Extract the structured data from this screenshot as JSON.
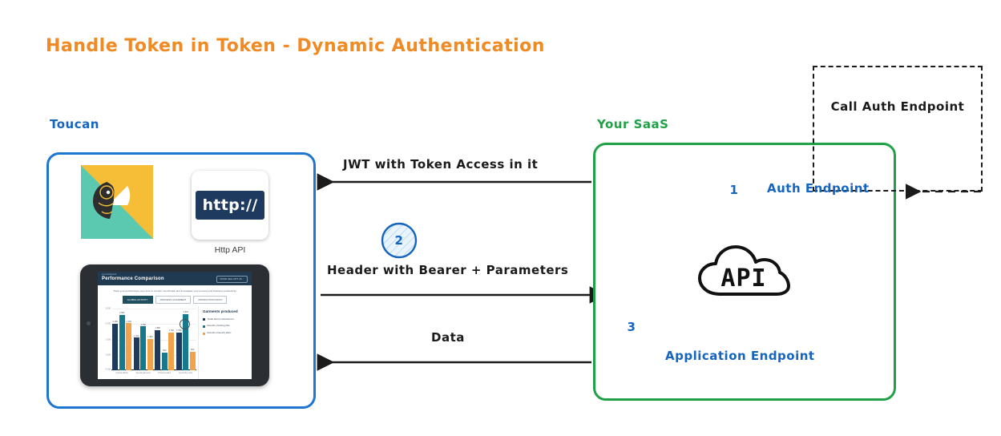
{
  "title": "Handle Token in Token - Dynamic Authentication",
  "colors": {
    "title_orange": "#F08A24",
    "toucan_blue": "#1E76D1",
    "saas_green": "#21A147",
    "label_blue": "#1565C0",
    "ink": "#1b1b1b"
  },
  "left_panel": {
    "caption": "Toucan",
    "logo_name": "toucan-logo",
    "http_card": {
      "chip_text": "http://",
      "caption": "Http API"
    },
    "tablet": {
      "dashboard": {
        "eyebrow": "Live Dashboard",
        "title": "Performance Comparison",
        "pill": "PROD SEG OPT 25...",
        "subtitle": "Track your performance over time to monitor, benchmark and investigate your process and business productivity",
        "tabs": [
          {
            "label": "GLOBAL ACTIVITY",
            "active": true
          },
          {
            "label": "PROCESS ALIGNMENT",
            "active": false
          },
          {
            "label": "PRODUCTION RATIO",
            "active": false
          }
        ],
        "legend_title": "Garments produced",
        "legend": [
          {
            "color": "#1F3A5F",
            "text": "Textile factory industrial unit"
          },
          {
            "color": "#17798C",
            "text": "Records of knitting fibre"
          },
          {
            "color": "#F2A24A",
            "text": "Records of laundry fabric"
          }
        ],
        "pagination": [
          {
            "label": "1",
            "active": true
          },
          {
            "label": "2",
            "active": false
          }
        ]
      }
    }
  },
  "right_panel": {
    "caption": "Your SaaS",
    "cloud_label": "API",
    "steps": [
      {
        "number": "1",
        "label": "Auth Endpoint"
      },
      {
        "number": "2",
        "label": ""
      },
      {
        "number": "3",
        "label": "Application Endpoint"
      }
    ],
    "call_auth_box": {
      "label": "Call Auth Endpoint"
    }
  },
  "flows": [
    {
      "label": "JWT with Token Access in it",
      "direction": "left"
    },
    {
      "label": "Header with Bearer + Parameters",
      "direction": "right"
    },
    {
      "label": "Data",
      "direction": "left"
    }
  ],
  "chart_data": {
    "type": "bar",
    "title": "Performance Comparison",
    "xlabel": "",
    "ylabel": "",
    "ylim": [
      0,
      3000
    ],
    "yticks": [
      "3 000",
      "2 000",
      "1 500",
      "1 000",
      "0 000"
    ],
    "grid": true,
    "legend_position": "right",
    "categories": [
      "Knitted fabrics",
      "Special garments",
      "Printed textiles",
      "Dyed fibre units"
    ],
    "series": [
      {
        "name": "Textile factory industrial unit",
        "color": "#1F3A5F",
        "values": [
          2180,
          1520,
          1880,
          1780
        ]
      },
      {
        "name": "Records of knitting fibre",
        "color": "#17798C",
        "values": [
          2580,
          2050,
          820,
          2620
        ]
      },
      {
        "name": "Records of laundry fabric",
        "color": "#F2A24A",
        "values": [
          2200,
          1480,
          1760,
          860
        ]
      }
    ],
    "bar_labels": [
      [
        "2 180",
        "2 580",
        "2 200"
      ],
      [
        "1 520",
        "2 050",
        "1 480"
      ],
      [
        "1 880",
        "820",
        "1 760"
      ],
      [
        "1 780",
        "2 620",
        "860"
      ]
    ]
  }
}
